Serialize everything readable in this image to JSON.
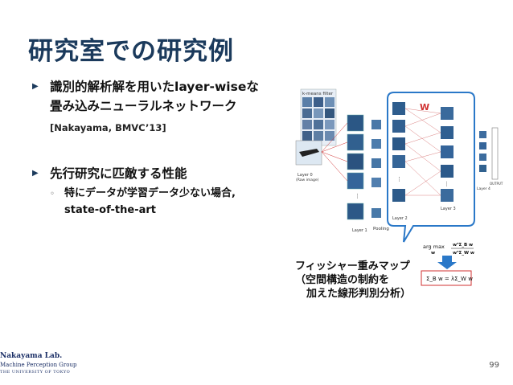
{
  "title": "研究室での研究例",
  "bullets": [
    {
      "line1": "識別的解析解を用いたlayer-wiseな",
      "line2": "畳み込みニューラルネットワーク",
      "ref": "[Nakayama, BMVC’13]"
    },
    {
      "line1": "先行研究に匹敵する性能"
    }
  ],
  "sub_bullet": {
    "line1": "特にデータが学習データ少ない場合,",
    "line2": "state-of-the-art"
  },
  "figure": {
    "kmeans_label": "k-means filter",
    "w_label": "W",
    "layer0_label": "Layer 0",
    "layer0_sub": "(Raw image)",
    "layer1_label": "Layer 1",
    "pooling_label": "Pooling",
    "layer2_label": "Layer 2",
    "layer3_label": "Layer 3",
    "layer4_label": "Layer 4",
    "output_label": "OUTPUT",
    "argmax_formula": "arg max",
    "argmax_var": "w",
    "eq_formula": "Σ_B w = λΣ_W w"
  },
  "lda_text": {
    "line1": "フィッシャー重みマップ",
    "line2": "（空間構造の制約を",
    "line3": "加えた線形判別分析）"
  },
  "page_number": "99",
  "logo": {
    "line1": "Nakayama Lab.",
    "line2": "Machine Perception Group",
    "line3": "THE UNIVERSITY OF TOKYO"
  },
  "colors": {
    "title": "#1b3a5c",
    "accent": "#2a78c8",
    "red": "#d03030"
  }
}
